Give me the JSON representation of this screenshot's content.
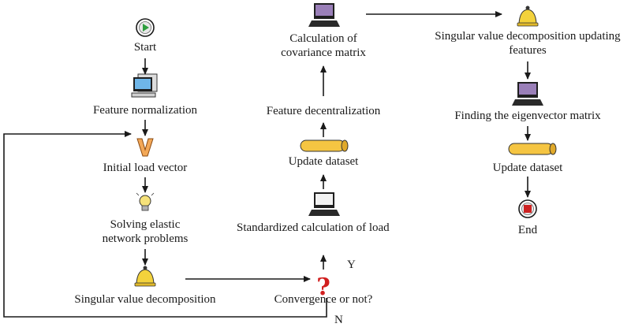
{
  "nodes": {
    "start": "Start",
    "feature_normalization": "Feature normalization",
    "initial_load_vector": "Initial load vector",
    "solving_elastic": "Solving elastic network problems",
    "singular_value_decomposition": "Singular value decomposition",
    "convergence": "Convergence or not?",
    "standardized_calc": "Standardized calculation of load",
    "update_dataset_1": "Update dataset",
    "feature_decentralization": "Feature decentralization",
    "covariance_matrix": "Calculation of covariance matrix",
    "svd_updating": "Singular value decomposition updating features",
    "eigenvector_matrix": "Finding the eigenvector matrix",
    "update_dataset_2": "Update dataset",
    "end": "End"
  },
  "branches": {
    "yes": "Y",
    "no": "N"
  },
  "icons": {
    "start": "play-icon",
    "end": "stop-icon",
    "computer": "computer-icon",
    "vector": "v-letter-icon",
    "idea": "lightbulb-icon",
    "bell": "bell-icon",
    "decision": "question-mark-icon",
    "dataset": "dataset-scroll-icon"
  },
  "colors": {
    "line": "#1a1a1a",
    "monitor_screen": "#6fb6e8",
    "monitor_screen_dark": "#9a7fb8",
    "vector_fill": "#f3a857",
    "bell_fill": "#f3d23c",
    "dataset_fill": "#f5c542",
    "start_green": "#2e9e3e",
    "end_red": "#cc2222",
    "question_red": "#d11f1f"
  }
}
